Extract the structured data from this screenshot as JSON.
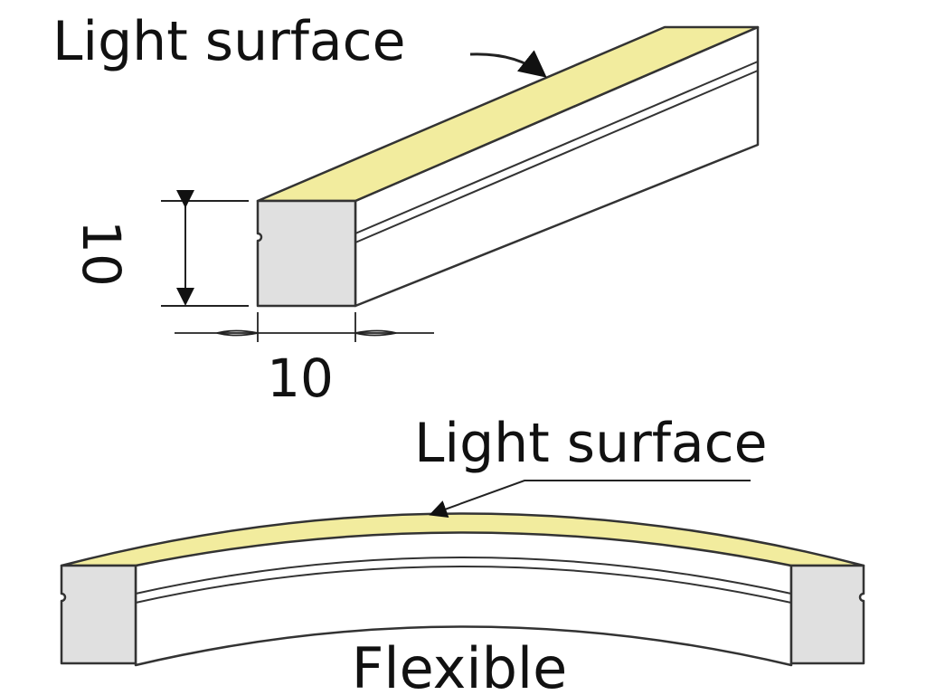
{
  "top_diagram": {
    "label": "Light surface",
    "height_dimension": "10",
    "width_dimension": "10"
  },
  "bottom_diagram": {
    "label": "Light surface",
    "caption": "Flexible"
  },
  "colors": {
    "light_surface": "#f2ec9e",
    "end_face": "#e0e0e0",
    "outline": "#333333"
  }
}
